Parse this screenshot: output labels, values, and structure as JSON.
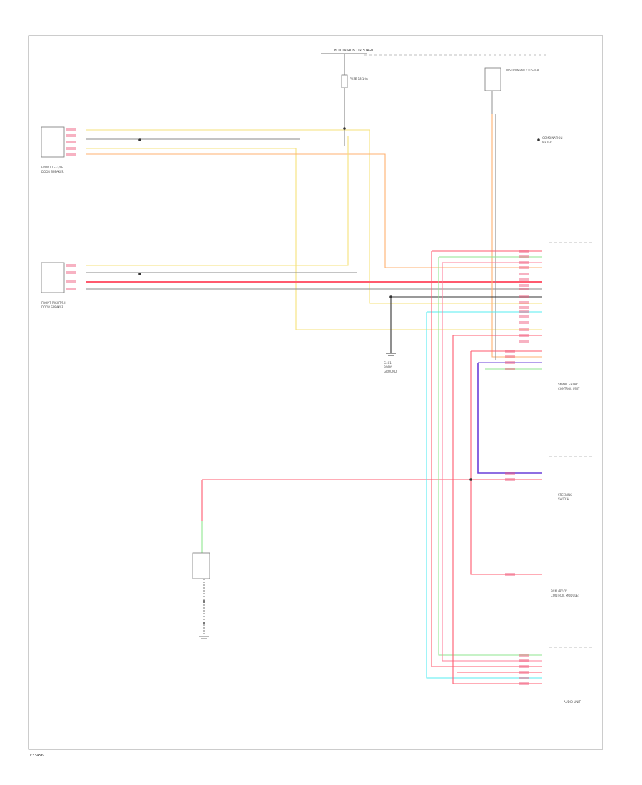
{
  "footer": {
    "code": "F33456"
  },
  "components": {
    "ign_fuse_box": "HOT IN RUN OR START",
    "fuse": "FUSE 18 10A",
    "cluster": "INSTRUMENT CLUSTER",
    "front_left_speaker": [
      "FRONT LEFT/LH",
      "DOOR SPEAKER"
    ],
    "front_right_speaker": [
      "FRONT RIGHT/RH",
      "DOOR SPEAKER"
    ],
    "ground": [
      "G401",
      "BODY",
      "GROUND"
    ],
    "combination_meter": [
      "COMBINATION",
      "METER"
    ],
    "steering_switch": [
      "STEERING",
      "SWITCH"
    ],
    "smart_entry": [
      "SMART ENTRY",
      "CONTROL UNIT"
    ],
    "bcm": [
      "BCM (BODY",
      "CONTROL MODULE)"
    ],
    "audio_unit": "AUDIO UNIT"
  },
  "colors": {
    "red": "#ff5a6e",
    "pink": "#ff7f9a",
    "yellow": "#f5e27a",
    "orange": "#ffb070",
    "green": "#8fe68f",
    "cyan": "#55ecf2",
    "gray": "#8a8a8a",
    "purple": "#6a3fd8",
    "black": "#333333"
  }
}
